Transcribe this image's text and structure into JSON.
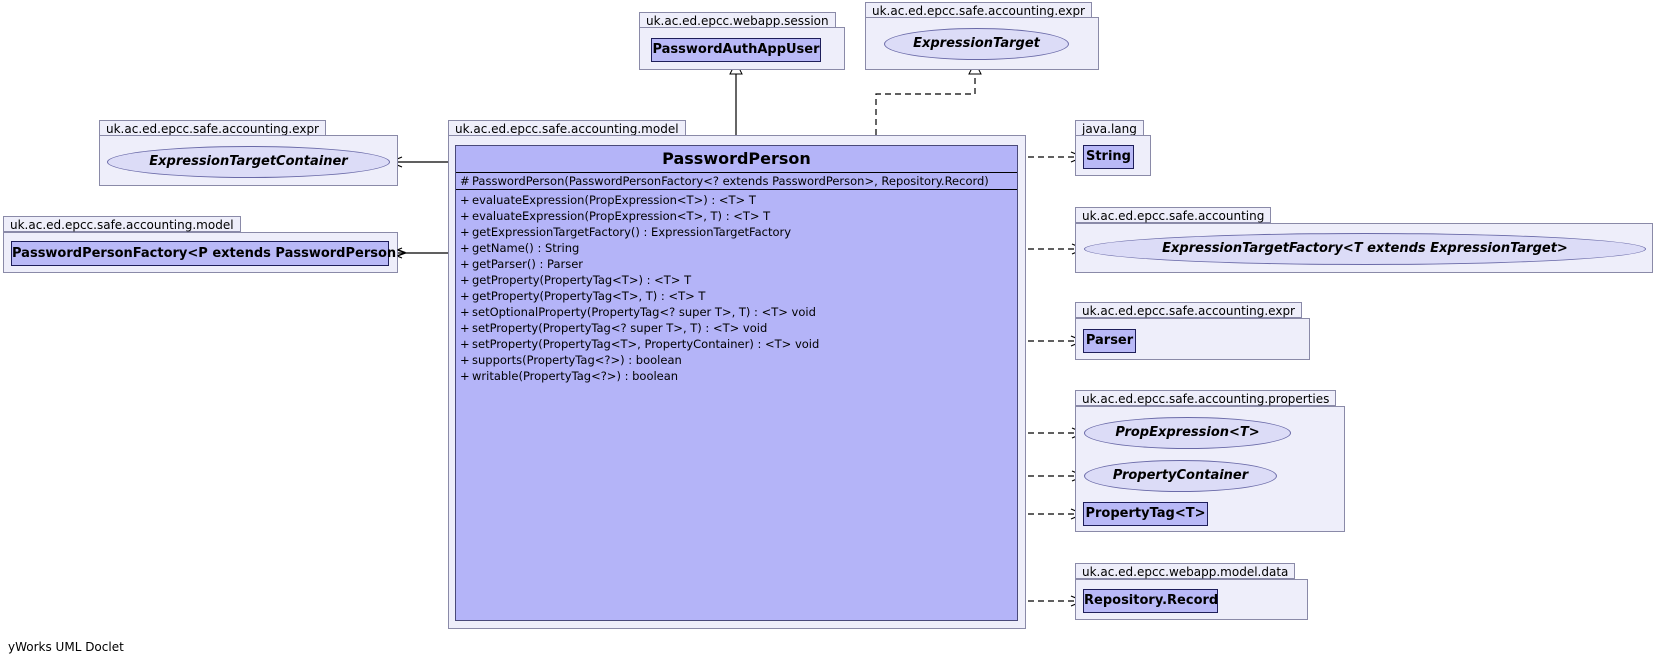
{
  "packages": {
    "webapp_session": "uk.ac.ed.epcc.webapp.session",
    "expr_top": "uk.ac.ed.epcc.safe.accounting.expr",
    "expr_left": "uk.ac.ed.epcc.safe.accounting.expr",
    "model_left": "uk.ac.ed.epcc.safe.accounting.model",
    "model_main": "uk.ac.ed.epcc.safe.accounting.model",
    "java_lang": "java.lang",
    "accounting": "uk.ac.ed.epcc.safe.accounting",
    "expr_right": "uk.ac.ed.epcc.safe.accounting.expr",
    "properties": "uk.ac.ed.epcc.safe.accounting.properties",
    "model_data": "uk.ac.ed.epcc.webapp.model.data"
  },
  "classes": {
    "password_auth_app_user": "PasswordAuthAppUser",
    "password_person_factory": "PasswordPersonFactory<P extends PasswordPerson>",
    "string": "String",
    "parser": "Parser",
    "property_tag": "PropertyTag<T>",
    "repository_record": "Repository.Record"
  },
  "interfaces": {
    "expression_target": "ExpressionTarget",
    "expression_target_container": "ExpressionTargetContainer",
    "expression_target_factory": "ExpressionTargetFactory<T extends ExpressionTarget>",
    "prop_expression": "PropExpression<T>",
    "property_container": "PropertyContainer"
  },
  "main_class": {
    "name": "PasswordPerson",
    "constructor": {
      "visibility": "#",
      "signature": "PasswordPerson(PasswordPersonFactory<? extends PasswordPerson>, Repository.Record)"
    },
    "methods": [
      {
        "visibility": "+",
        "signature": "evaluateExpression(PropExpression<T>) : <T> T"
      },
      {
        "visibility": "+",
        "signature": "evaluateExpression(PropExpression<T>, T) : <T> T"
      },
      {
        "visibility": "+",
        "signature": "getExpressionTargetFactory() : ExpressionTargetFactory"
      },
      {
        "visibility": "+",
        "signature": "getName() : String"
      },
      {
        "visibility": "+",
        "signature": "getParser() : Parser"
      },
      {
        "visibility": "+",
        "signature": "getProperty(PropertyTag<T>) : <T> T"
      },
      {
        "visibility": "+",
        "signature": "getProperty(PropertyTag<T>, T) : <T> T"
      },
      {
        "visibility": "+",
        "signature": "setOptionalProperty(PropertyTag<? super T>, T) : <T> void"
      },
      {
        "visibility": "+",
        "signature": "setProperty(PropertyTag<? super T>, T) : <T> void"
      },
      {
        "visibility": "+",
        "signature": "setProperty(PropertyTag<T>, PropertyContainer) : <T> void"
      },
      {
        "visibility": "+",
        "signature": "supports(PropertyTag<?>) : boolean"
      },
      {
        "visibility": "+",
        "signature": "writable(PropertyTag<?>) : boolean"
      }
    ]
  },
  "footer": "yWorks UML Doclet",
  "colors": {
    "package_fill": "#eeeefa",
    "class_fill": "#b9b9f7",
    "interface_fill": "#dcdcf7",
    "main_class_fill": "#b4b4f8",
    "edge": "#000000"
  }
}
